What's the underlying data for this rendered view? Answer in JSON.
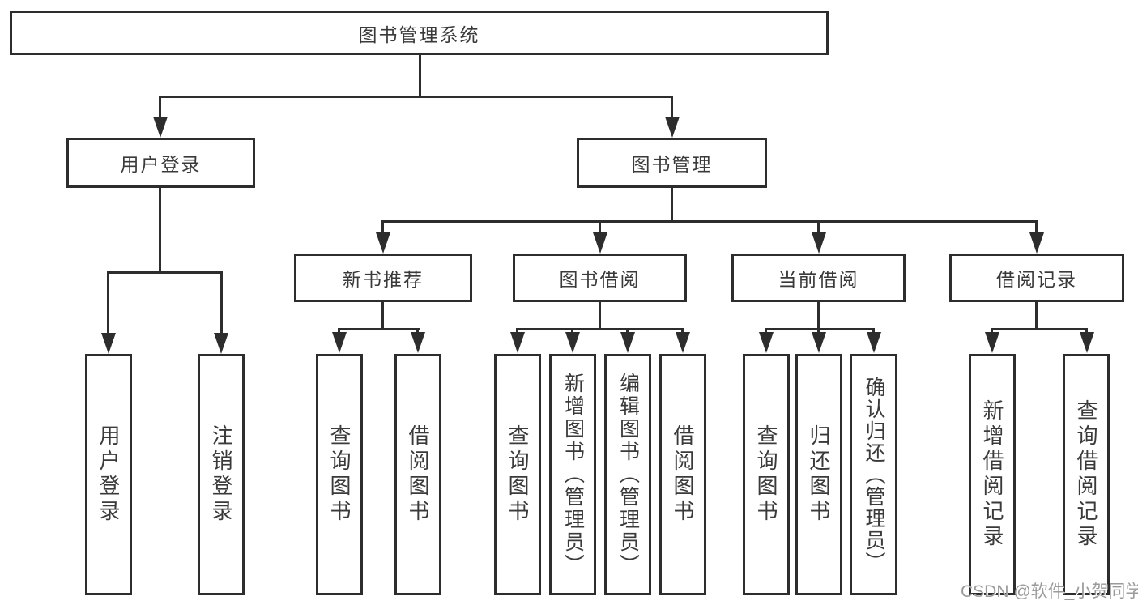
{
  "diagram": {
    "type": "hierarchy-tree",
    "orientation": "top-down"
  },
  "nodes": {
    "root": {
      "label": "图书管理系统",
      "level": 1
    },
    "user_login": {
      "label": "用户登录",
      "level": 2
    },
    "book_management": {
      "label": "图书管理",
      "level": 2
    },
    "new_book_recommend": {
      "label": "新书推荐",
      "level": 3
    },
    "book_borrow": {
      "label": "图书借阅",
      "level": 3
    },
    "current_borrow": {
      "label": "当前借阅",
      "level": 3
    },
    "borrow_records": {
      "label": "借阅记录",
      "level": 3
    },
    "l_user_login": {
      "label": "用户登录",
      "level": 4
    },
    "l_logout": {
      "label": "注销登录",
      "level": 4
    },
    "l_query_book_1": {
      "label": "查询图书",
      "level": 4
    },
    "l_borrow_book_1": {
      "label": "借阅图书",
      "level": 4
    },
    "l_query_book_2": {
      "label": "查询图书",
      "level": 4
    },
    "l_add_book": {
      "label": "新增图书（管理员）",
      "level": 4
    },
    "l_edit_book": {
      "label": "编辑图书（管理员）",
      "level": 4
    },
    "l_borrow_book_2": {
      "label": "借阅图书",
      "level": 4
    },
    "l_query_book_3": {
      "label": "查询图书",
      "level": 4
    },
    "l_return_book": {
      "label": "归还图书",
      "level": 4
    },
    "l_confirm_return": {
      "label": "确认归还（管理员）",
      "level": 4
    },
    "l_add_record": {
      "label": "新增借阅记录",
      "level": 4
    },
    "l_query_record": {
      "label": "查询借阅记录",
      "level": 4
    }
  },
  "edges": [
    [
      "root",
      "user_login"
    ],
    [
      "root",
      "book_management"
    ],
    [
      "user_login",
      "l_user_login"
    ],
    [
      "user_login",
      "l_logout"
    ],
    [
      "book_management",
      "new_book_recommend"
    ],
    [
      "book_management",
      "book_borrow"
    ],
    [
      "book_management",
      "current_borrow"
    ],
    [
      "book_management",
      "borrow_records"
    ],
    [
      "new_book_recommend",
      "l_query_book_1"
    ],
    [
      "new_book_recommend",
      "l_borrow_book_1"
    ],
    [
      "book_borrow",
      "l_query_book_2"
    ],
    [
      "book_borrow",
      "l_add_book"
    ],
    [
      "book_borrow",
      "l_edit_book"
    ],
    [
      "book_borrow",
      "l_borrow_book_2"
    ],
    [
      "current_borrow",
      "l_query_book_3"
    ],
    [
      "current_borrow",
      "l_return_book"
    ],
    [
      "current_borrow",
      "l_confirm_return"
    ],
    [
      "borrow_records",
      "l_add_record"
    ],
    [
      "borrow_records",
      "l_query_record"
    ]
  ],
  "watermark": {
    "text": "CSDN @软件_小贺同学"
  },
  "colors": {
    "line": "#2d2d2d",
    "text": "#3a3a3a",
    "background": "#ffffff",
    "watermark": "#9a9a9a"
  }
}
